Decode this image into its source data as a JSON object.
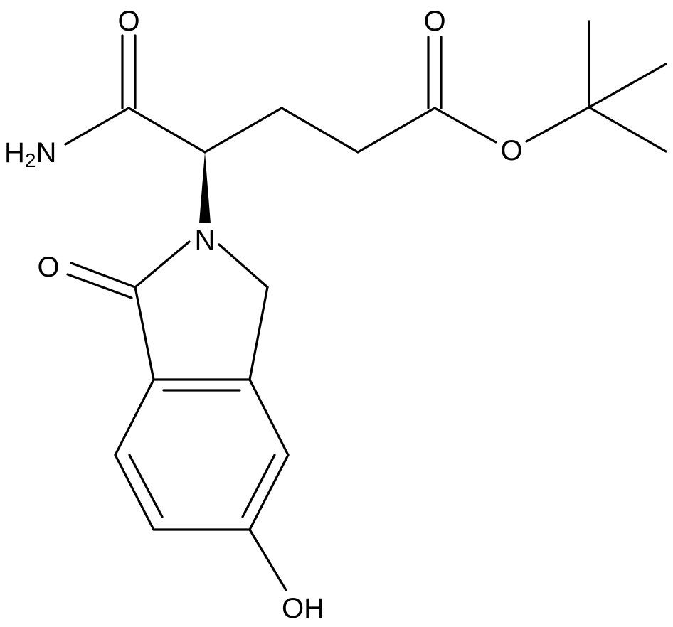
{
  "labels": {
    "amide_o": "O",
    "amine_h": "H",
    "amine_subscript": "2",
    "amine_n": "N",
    "ester_carbonyl_o": "O",
    "ester_o": "O",
    "ring_n": "N",
    "lactam_o": "O",
    "hydroxyl": "OH"
  }
}
